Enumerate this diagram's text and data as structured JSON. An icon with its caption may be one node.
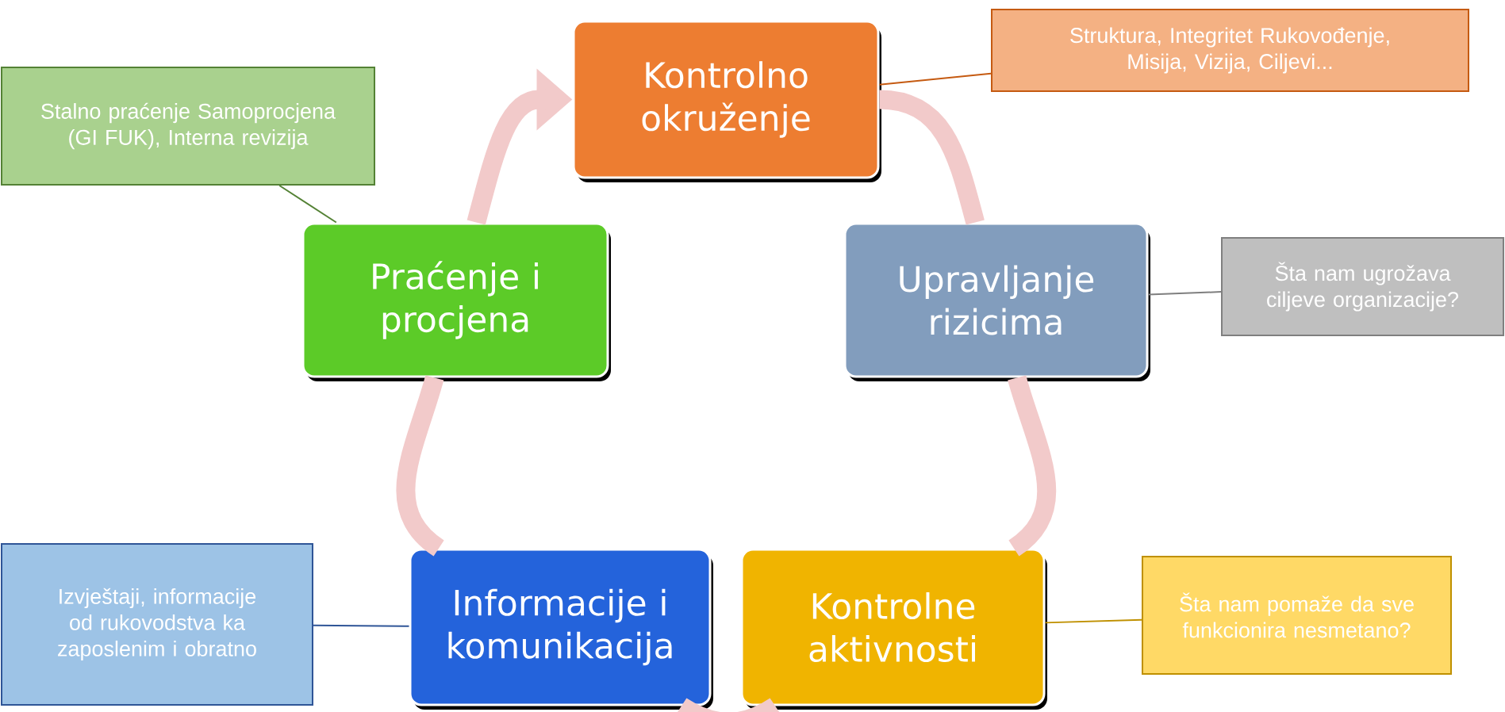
{
  "diagram": {
    "nodes": [
      {
        "text": [
          "Stalno praćenje Samoprocjena (GI FUK), Interna revizija"
        ]
      },
      {
        "text": [
          "Kontrolno okruženje"
        ]
      },
      {
        "text": [
          "Struktura, Integritet Rukovođenje, Misija, Vizija, Ciljevi..."
        ]
      },
      {
        "text": [
          "Praćenje i procjena"
        ]
      },
      {
        "text": [
          "Upravljanje rizicima"
        ]
      },
      {
        "text": [
          "Šta nam ugrožava ciljeve organizacije?"
        ]
      },
      {
        "text": [
          "Izvještaji, informacije od rukovodstva ka zaposlenim i obratno"
        ]
      },
      {
        "text": [
          "Informacije i komunikacija"
        ]
      },
      {
        "text": [
          "Kontrolne aktivnosti"
        ]
      },
      {
        "text": [
          "Šta nam pomaže da sve funkcionira nesmetano?"
        ]
      }
    ],
    "edges": [
      {
        "from": 1,
        "to": 4,
        "arrow": "none",
        "style": "thick",
        "color": "#f2caca"
      },
      {
        "from": 4,
        "to": 8,
        "arrow": "none",
        "style": "thick",
        "color": "#f2caca"
      },
      {
        "from": 8,
        "to": 7,
        "arrow": "none",
        "style": "thick",
        "color": "#f2caca"
      },
      {
        "from": 7,
        "to": 3,
        "arrow": "none",
        "style": "thick",
        "color": "#f2caca"
      },
      {
        "from": 3,
        "to": 1,
        "arrow": "to",
        "style": "thick",
        "color": "#f2caca"
      },
      {
        "from": 2,
        "to": 1,
        "arrow": "none",
        "color": "#c55a11"
      },
      {
        "from": 5,
        "to": 4,
        "arrow": "none",
        "color": "#7f7f7f"
      },
      {
        "from": 9,
        "to": 8,
        "arrow": "none",
        "color": "#bf9000"
      },
      {
        "from": 6,
        "to": 7,
        "arrow": "none",
        "color": "#2f5597"
      },
      {
        "from": 0,
        "to": 3,
        "arrow": "none",
        "color": "#548235"
      }
    ]
  }
}
